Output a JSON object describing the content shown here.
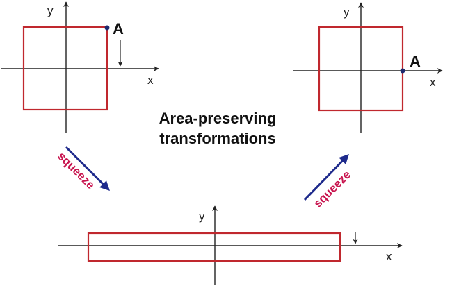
{
  "title": {
    "line1": "Area-preserving",
    "line2": "transformations"
  },
  "axes": {
    "x_label": "x",
    "y_label": "y"
  },
  "point": {
    "label": "A"
  },
  "transition": {
    "label": "squeeze"
  },
  "colors": {
    "shape": "#c0282e",
    "arrow": "#1e2a8c",
    "squeeze_text": "#c8144e",
    "axis": "#222222",
    "point": "#1e2a6e"
  }
}
